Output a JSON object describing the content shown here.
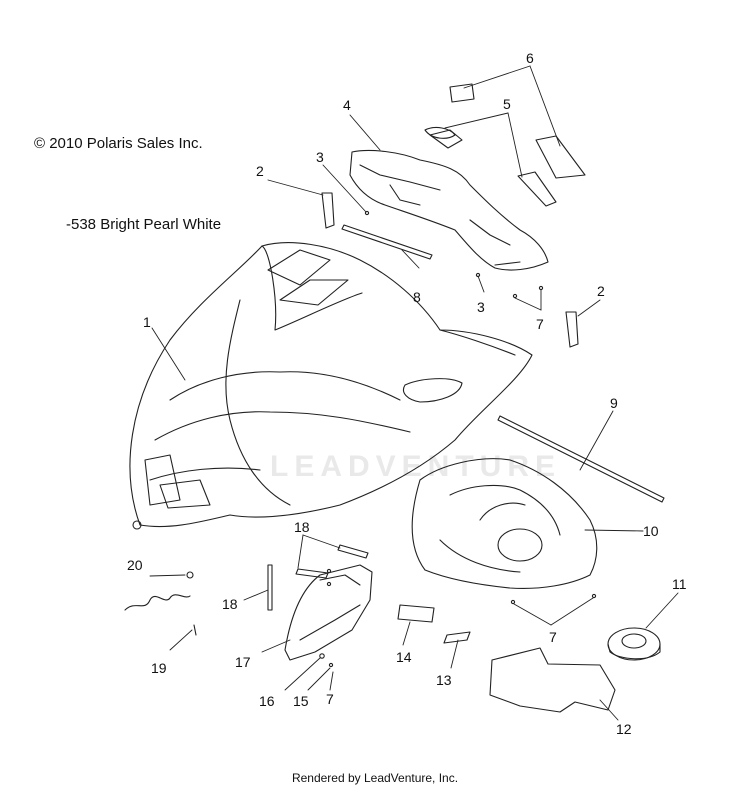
{
  "copyright": "© 2010 Polaris Sales Inc.",
  "color_note": "-538 Bright Pearl White",
  "footer": "Rendered by LeadVenture, Inc.",
  "watermark": "LEADVENTURE",
  "callouts": [
    "1",
    "2",
    "2",
    "3",
    "3",
    "4",
    "5",
    "6",
    "7",
    "7",
    "7",
    "8",
    "9",
    "10",
    "11",
    "12",
    "13",
    "14",
    "15",
    "16",
    "17",
    "18",
    "18",
    "19",
    "20"
  ]
}
